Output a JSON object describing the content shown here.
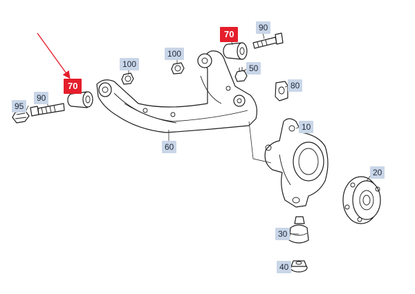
{
  "callouts": [
    {
      "id": "c95",
      "label": "95",
      "highlighted": false
    },
    {
      "id": "c90a",
      "label": "90",
      "highlighted": false
    },
    {
      "id": "c70a",
      "label": "70",
      "highlighted": true
    },
    {
      "id": "c100a",
      "label": "100",
      "highlighted": false
    },
    {
      "id": "c100b",
      "label": "100",
      "highlighted": false
    },
    {
      "id": "c70b",
      "label": "70",
      "highlighted": true
    },
    {
      "id": "c90b",
      "label": "90",
      "highlighted": false
    },
    {
      "id": "c50",
      "label": "50",
      "highlighted": false
    },
    {
      "id": "c80",
      "label": "80",
      "highlighted": false
    },
    {
      "id": "c60",
      "label": "60",
      "highlighted": false
    },
    {
      "id": "c10",
      "label": "10",
      "highlighted": false
    },
    {
      "id": "c20",
      "label": "20",
      "highlighted": false
    },
    {
      "id": "c30",
      "label": "30",
      "highlighted": false
    },
    {
      "id": "c40",
      "label": "40",
      "highlighted": false
    }
  ],
  "colors": {
    "highlight_label": "#e41f2b",
    "label_background": "#c9d6e8",
    "pointer_arrow": "#e41f2b",
    "line_art": "#1c1c1c"
  }
}
